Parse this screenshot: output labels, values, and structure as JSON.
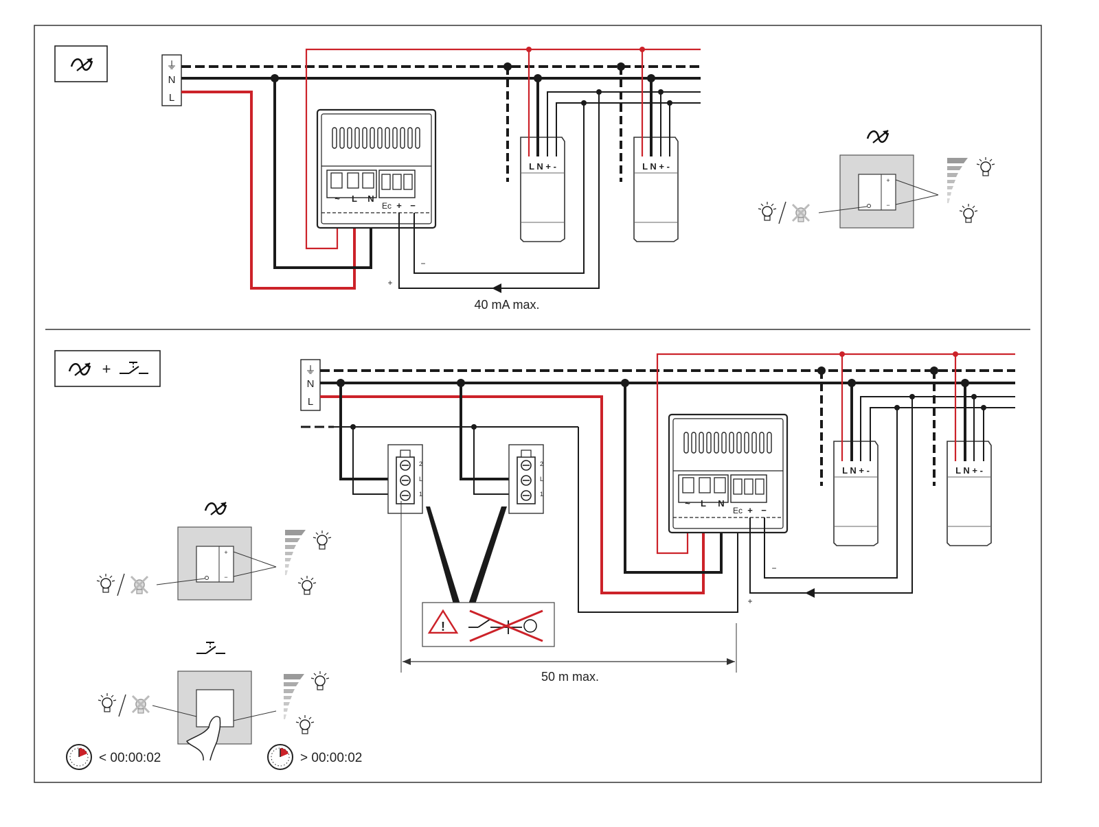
{
  "colors": {
    "line_wire": "#cc2229",
    "wire": "#1a1a1a",
    "frame": "#333333",
    "warn": "#cc2229",
    "plate": "#d8d8d8"
  },
  "top_panel": {
    "mode_icon": "dimmer-icon",
    "supply_labels": {
      "earth": "⏚",
      "neutral": "N",
      "live": "L"
    },
    "dimmer_terminals": {
      "ctrl": "~",
      "live": "L",
      "neutral": "N",
      "ec": "Ec",
      "plus": "+",
      "minus": "−"
    },
    "driver_terminals": "L N + -",
    "bus_plus": "+",
    "bus_minus": "−",
    "current_note": "40 mA max."
  },
  "bottom_panel": {
    "mode_icon": "dimmer-plus-pushbutton-icon",
    "supply_labels": {
      "earth": "⏚",
      "neutral": "N",
      "live": "L"
    },
    "dimmer_terminals": {
      "ctrl": "~",
      "live": "L",
      "neutral": "N",
      "ec": "Ec",
      "plus": "+",
      "minus": "−"
    },
    "driver_terminals": "L N + -",
    "pushbutton_terminals": [
      "2",
      "L",
      "1"
    ],
    "bus_plus": "+",
    "bus_minus": "−",
    "distance_note": "50 m max.",
    "timer_short": "< 00:00:02",
    "timer_long": "> 00:00:02"
  }
}
